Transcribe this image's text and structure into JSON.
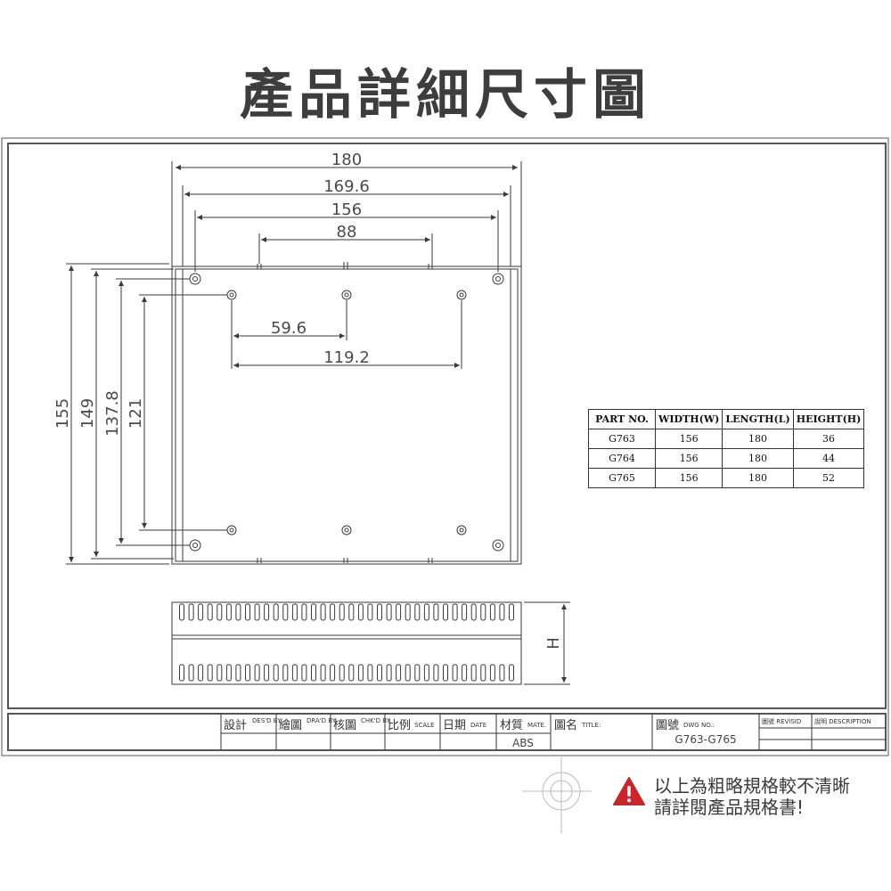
{
  "title": "產品詳細尺寸圖",
  "dimensions": {
    "top_width_180": "180",
    "top_width_169_6": "169.6",
    "top_width_156": "156",
    "top_width_88": "88",
    "inner_59_6": "59.6",
    "inner_119_2": "119.2",
    "left_155": "155",
    "left_149": "149",
    "left_137_8": "137.8",
    "left_121": "121",
    "height_label": "H"
  },
  "spec_table": {
    "headers": [
      "PART NO.",
      "WIDTH(W)",
      "LENGTH(L)",
      "HEIGHT(H)"
    ],
    "rows": [
      [
        "G763",
        "156",
        "180",
        "36"
      ],
      [
        "G764",
        "156",
        "180",
        "44"
      ],
      [
        "G765",
        "156",
        "180",
        "52"
      ]
    ]
  },
  "title_block": {
    "designed_cn": "設計",
    "designed_en": "DES'D BY",
    "drawn_cn": "繪圖",
    "drawn_en": "DRA'D BY",
    "checked_cn": "核圖",
    "checked_en": "CHK'D BY",
    "scale_cn": "比例",
    "scale_en": "SCALE",
    "date_cn": "日期",
    "date_en": "DATE",
    "material_cn": "材質",
    "material_en": "MATE.",
    "material_value": "ABS",
    "title_cn": "圖名",
    "title_en": "TITLE:",
    "dwg_cn": "圖號",
    "dwg_en": "DWG NO.:",
    "dwg_value": "G763-G765",
    "revision": "圖號 REVISID",
    "description": "說明 DESCRIPTION"
  },
  "notice": {
    "line1": "以上為粗略規格較不清晰",
    "line2": "請詳閱產品規格書!",
    "icon": "warning-icon",
    "icon_color": "#c8262b"
  },
  "colors": {
    "line": "#3a3a3a",
    "frame": "#4a4a4a"
  }
}
